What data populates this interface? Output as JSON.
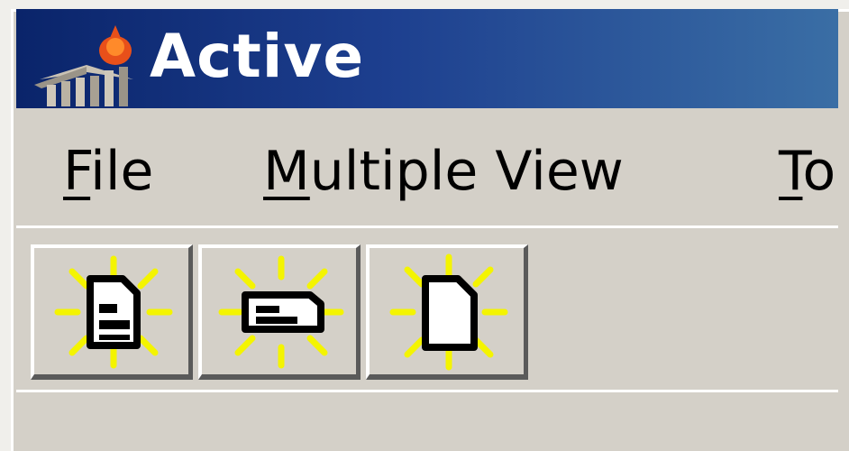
{
  "window": {
    "title": "Active",
    "title_color": "#ffffff",
    "titlebar_colors": [
      "#0a246a",
      "#3a6ea5"
    ]
  },
  "menu": {
    "items": [
      {
        "mnemonic": "F",
        "rest": "ile"
      },
      {
        "mnemonic": "M",
        "rest": "ultiple View"
      },
      {
        "mnemonic": "T",
        "rest": "o"
      }
    ]
  },
  "toolbar": {
    "buttons": [
      {
        "icon": "new-form-sparkle-icon"
      },
      {
        "icon": "new-card-sparkle-icon"
      },
      {
        "icon": "new-document-sparkle-icon"
      }
    ],
    "sparkle_color": "#f4f400"
  },
  "theme": {
    "face": "#d4d0c8",
    "highlight": "#ffffff",
    "shadow": "#5a5a5a"
  }
}
